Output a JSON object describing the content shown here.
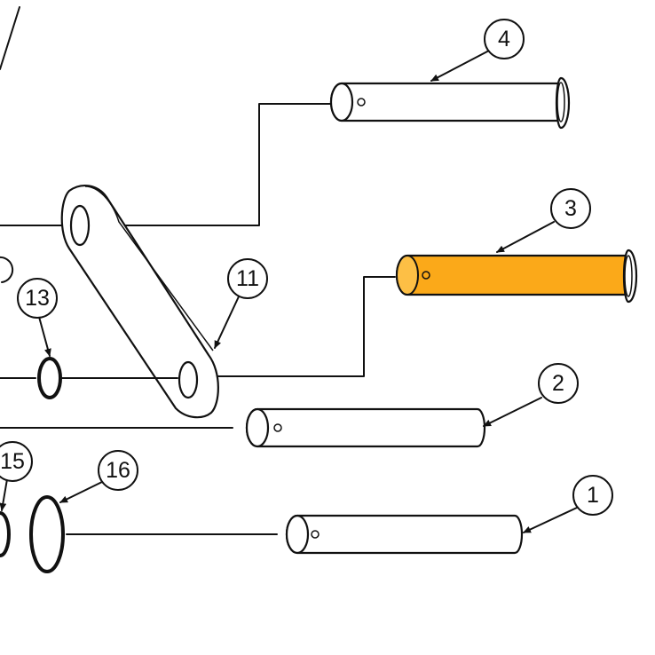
{
  "diagram": {
    "callouts": [
      {
        "id": "part-4",
        "label": "4"
      },
      {
        "id": "part-3",
        "label": "3"
      },
      {
        "id": "part-11",
        "label": "11"
      },
      {
        "id": "part-13",
        "label": "13"
      },
      {
        "id": "part-2",
        "label": "2"
      },
      {
        "id": "part-15",
        "label": "15"
      },
      {
        "id": "part-16",
        "label": "16"
      },
      {
        "id": "part-1",
        "label": "1"
      }
    ],
    "highlight_color": "#FBA919",
    "highlighted_part": "3"
  }
}
